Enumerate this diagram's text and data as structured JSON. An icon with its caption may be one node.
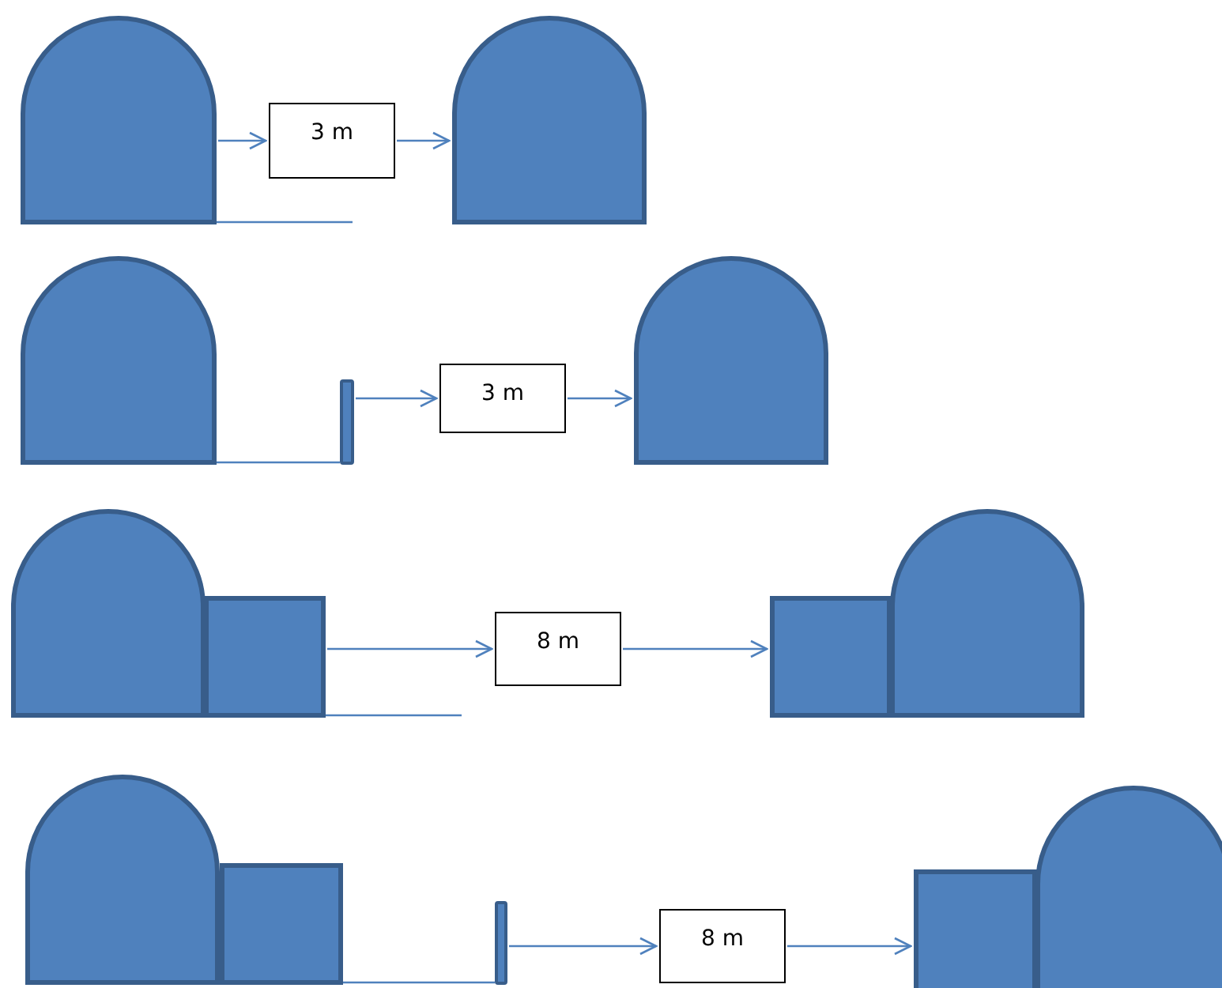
{
  "diagram": {
    "nodes": [
      {
        "text": [],
        "shape": "arch"
      },
      {
        "text": [
          "3 m"
        ]
      },
      {
        "text": [],
        "shape": "arch"
      },
      {
        "text": [],
        "shape": "arch"
      },
      {
        "text": [],
        "shape": "bar"
      },
      {
        "text": [
          "3 m"
        ]
      },
      {
        "text": [],
        "shape": "arch"
      },
      {
        "text": [],
        "shape": "arch"
      },
      {
        "text": [],
        "shape": "box"
      },
      {
        "text": [
          "8 m"
        ]
      },
      {
        "text": [],
        "shape": "box"
      },
      {
        "text": [],
        "shape": "arch"
      },
      {
        "text": [],
        "shape": "arch"
      },
      {
        "text": [],
        "shape": "box"
      },
      {
        "text": [],
        "shape": "bar"
      },
      {
        "text": [
          "8 m"
        ]
      },
      {
        "text": [],
        "shape": "box"
      },
      {
        "text": [],
        "shape": "arch"
      }
    ],
    "edges": [
      {
        "from": 0,
        "to": null,
        "arrow": "none"
      },
      {
        "from": 0,
        "to": 1,
        "arrow": "to"
      },
      {
        "from": 1,
        "to": 2,
        "arrow": "to"
      },
      {
        "from": 3,
        "to": 4,
        "arrow": "none"
      },
      {
        "from": 4,
        "to": 5,
        "arrow": "to"
      },
      {
        "from": 5,
        "to": 6,
        "arrow": "to"
      },
      {
        "from": 8,
        "to": null,
        "arrow": "none"
      },
      {
        "from": 8,
        "to": 9,
        "arrow": "to"
      },
      {
        "from": 9,
        "to": 10,
        "arrow": "to"
      },
      {
        "from": 13,
        "to": 14,
        "arrow": "none"
      },
      {
        "from": 14,
        "to": 15,
        "arrow": "to"
      },
      {
        "from": 15,
        "to": 16,
        "arrow": "to"
      }
    ]
  }
}
